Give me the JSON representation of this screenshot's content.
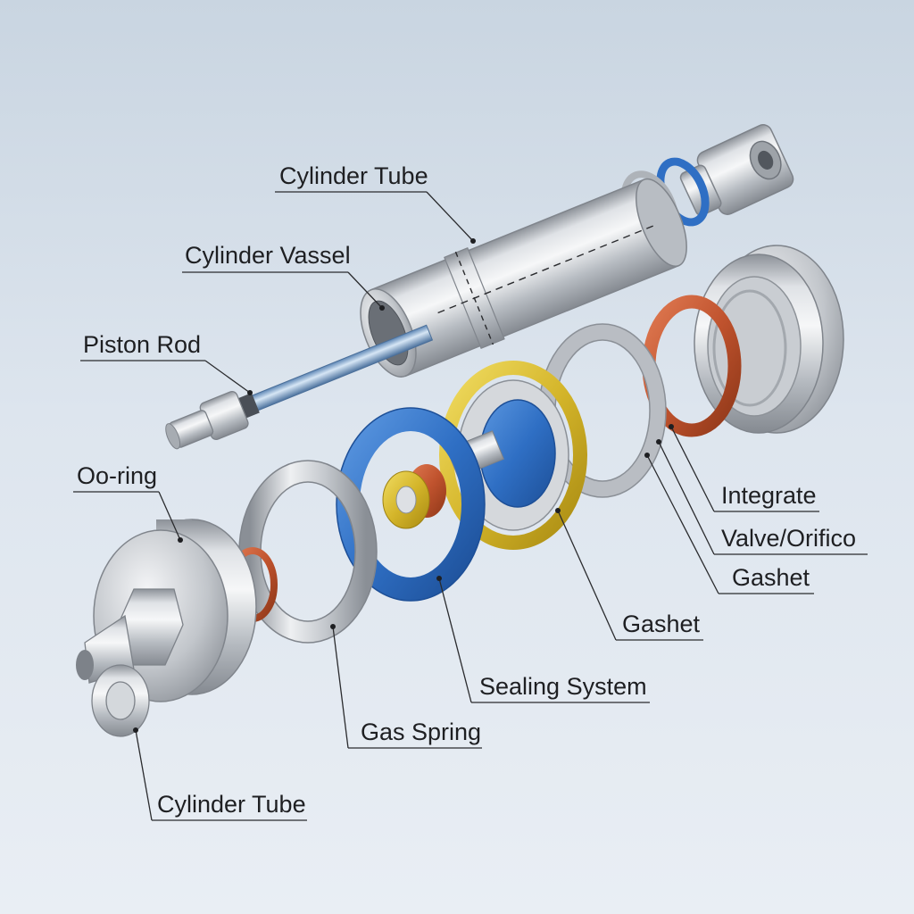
{
  "diagram": {
    "labels": {
      "cylinder_tube_top": "Cylinder Tube",
      "cylinder_vessel": "Cylinder Vassel",
      "piston_rod": "Piston Rod",
      "o_ring": "Oo-ring",
      "integrate": "Integrate",
      "valve_orifice": "Valve/Orifico",
      "gasket_right": "Gashet",
      "gasket_center": "Gashet",
      "sealing_system": "Sealing System",
      "gas_spring": "Gas Spring",
      "cylinder_tube_bottom": "Cylinder Tube"
    },
    "colors": {
      "background_top": "#c9d5e1",
      "background_bottom": "#e9eef4",
      "metal": "#c3c7cc",
      "blue_seal": "#2f6fc4",
      "copper_ring": "#c0532e",
      "gold_ring": "#d4b52a",
      "rod_blue": "#8fb3d9"
    }
  }
}
